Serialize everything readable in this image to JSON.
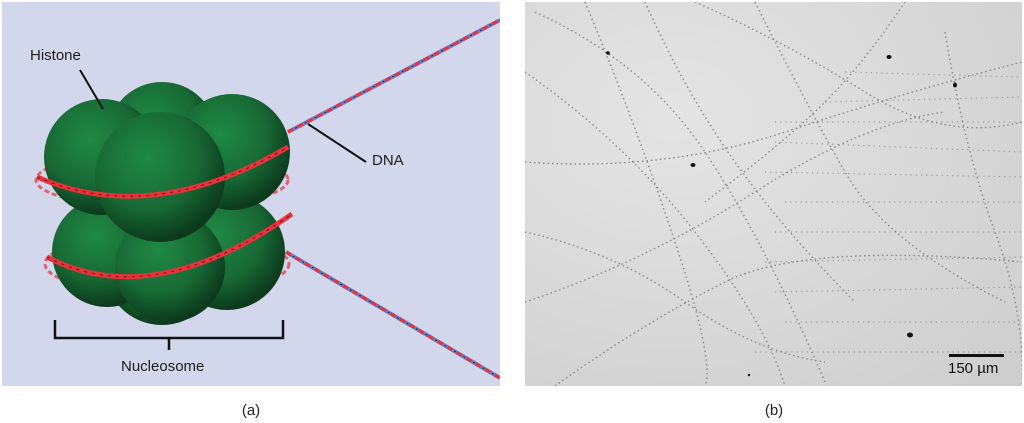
{
  "figure": {
    "panel_a": {
      "caption": "(a)",
      "labels": {
        "histone": "Histone",
        "dna": "DNA",
        "nucleosome": "Nucleosome"
      },
      "colors": {
        "background": "#d3d7ec",
        "histone_green": "#1f7a3c",
        "dna_red": "#e8323c",
        "dna_blue": "#6f7fc4",
        "label_line": "#111111"
      }
    },
    "panel_b": {
      "caption": "(b)",
      "scale_bar_label": "150 µm",
      "colors": {
        "background": "#d9d9d9",
        "dots": "#6a6a6a"
      }
    }
  }
}
